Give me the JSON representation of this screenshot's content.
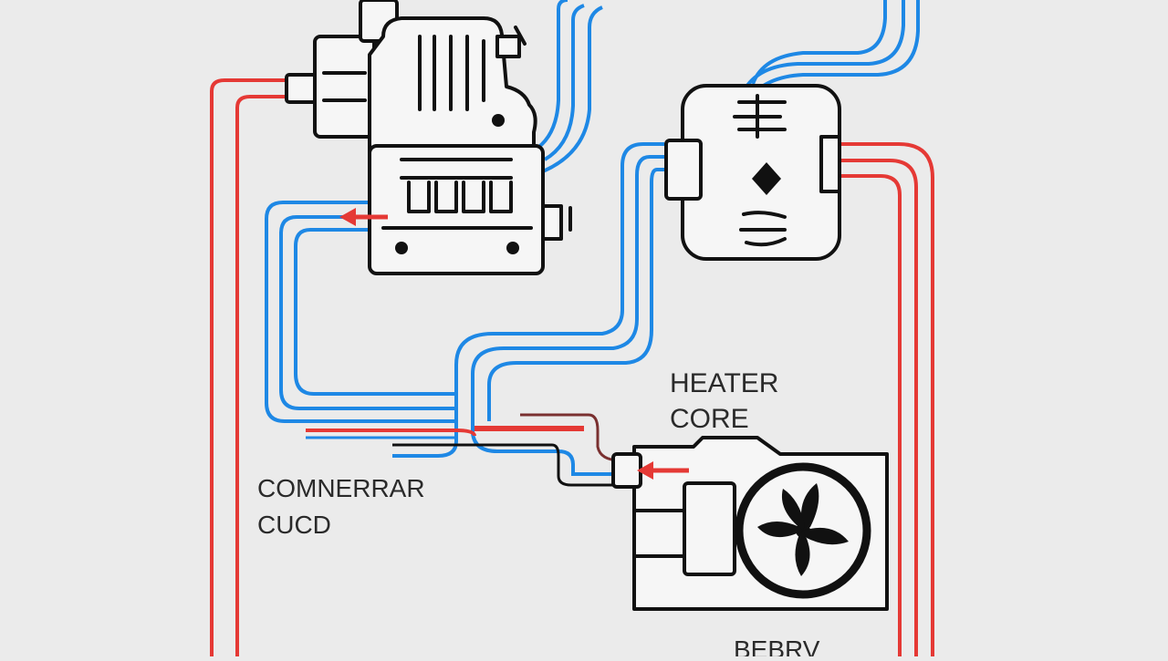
{
  "labels": {
    "heater_core_line1": "HEATER",
    "heater_core_line2": "CORE",
    "condenser_line1": "COMNERRAR",
    "condenser_line2": "CUCD",
    "bottom": "BEBRV"
  },
  "colors": {
    "background": "#ebebeb",
    "hot_line": "#e53935",
    "cold_line": "#1e88e5",
    "outline": "#111111",
    "component_fill": "#f6f6f6"
  },
  "icons": [
    "engine-block-icon",
    "expansion-valve-icon",
    "condenser-fan-icon",
    "flow-arrow-icon"
  ]
}
